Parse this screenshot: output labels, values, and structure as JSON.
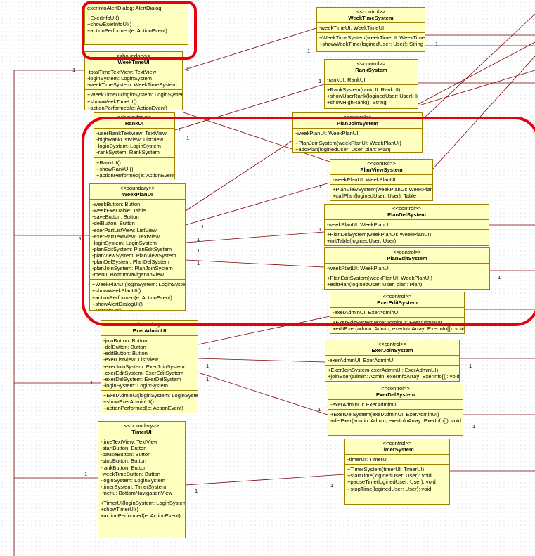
{
  "classes": [
    {
      "key": "alert",
      "stereotype": "",
      "name": "",
      "attributes": [
        "exerInfoAlertDialog: AlertDialog"
      ],
      "operations": [
        "+ExerInfoUI()",
        "+showExerInfoUI()",
        "+actionPerformed(e: ActionEvent)"
      ]
    },
    {
      "key": "weektimeui",
      "stereotype": "<<boundary>>",
      "name": "WeekTimeUI",
      "attributes": [
        "-totalTimeTextView: TextView",
        "-loginSystem: LoginSystem",
        "-weekTimeSystem: WeekTimeSystem"
      ],
      "operations": [
        "+WeekTimeUI(loginSystem: LoginSystem)",
        "+showWeekTimeUI()",
        "+actionPerformed(e: ActionEvent)"
      ]
    },
    {
      "key": "rankui",
      "stereotype": "<<boundary>>",
      "name": "RankUI",
      "attributes": [
        "-userRankTextView: TextView",
        "-highRankListView: ListView",
        "-loginSystem: LoginSystem",
        "-rankSystem: RankSystem"
      ],
      "operations": [
        "+RankUI()",
        "+showRankUI()",
        "+actionPerformed(e: ActionEvent)"
      ]
    },
    {
      "key": "weekplanui",
      "stereotype": "<<boundary>>",
      "name": "WeekPlanUI",
      "attributes": [
        "-weekButton: Button",
        "-weekExerTable: Table",
        "-saveButton: Button",
        "-delButton: Button",
        "-exerPartListView: ListView",
        "-exerPartTextView: TextView",
        "-loginSystem: LoginSystem",
        "-planEditSystem: PlanEditSystem",
        "-planViewSystem: PlanViewSystem",
        "-planDelSystem: PlanDelSystem",
        "-planJoinSystem: PlanJoinSystem",
        "-menu: BottomNavigationView"
      ],
      "operations": [
        "+WeekPlanUI(loginSystem: LoginSystem)",
        "+showWeekPlanUI()",
        "+actionPerformed(e: ActionEvent)",
        "+showAlertDialogUI()",
        "+refreshFg()"
      ]
    },
    {
      "key": "exeradminui",
      "stereotype": "<<boundary>>",
      "name": "ExerAdminUI",
      "attributes": [
        "-joinButton: Button",
        "-delButton: Button",
        "-editButton: Button",
        "-exerListView: ListView",
        "-exerJoinSystem: ExerJoinSystem",
        "-exerEditSystem: ExerEditSystem",
        "-exerDelSystem: ExerDelSystem",
        "-loginSystem: LoginSystem"
      ],
      "operations": [
        "+ExerAdminUI(loginSystem: LoginSystem)",
        "+showExerAdminUI()",
        "+actionPerformed(e: ActionEvent)"
      ]
    },
    {
      "key": "timerui",
      "stereotype": "<<boundary>>",
      "name": "TimerUI",
      "attributes": [
        "-timeTextView: TextView",
        "-startButton: Button",
        "-pauseButton: Button",
        "-stopButton: Button",
        "-rankButton: Button",
        "-weekTimeButton: Button",
        "-loginSystem: LoginSystem",
        "-timerSystem: TimerSystem",
        "-menu: BottomNavigationView"
      ],
      "operations": [
        "+TimerUI(loginSystem: LoginSystem)",
        "+showTimerUI()",
        "+actionPerformed(e: ActionEvent)"
      ]
    },
    {
      "key": "weektimesystem",
      "stereotype": "<<control>>",
      "name": "WeekTimeSystem",
      "attributes": [
        "-weekTimeUI: WeekTimeUI"
      ],
      "operations": [
        "+WeekTimeSystem(weekTimeUI: WeekTimeUI)",
        "+showWeekTime(loginedUser: User): String"
      ]
    },
    {
      "key": "ranksystem",
      "stereotype": "<<control>>",
      "name": "RankSystem",
      "attributes": [
        "-rankUI: RankUI"
      ],
      "operations": [
        "+RankSystem(rankUI: RankUI)",
        "+showUserRank(loginedUser: User): Int",
        "+showHighRank(): String"
      ]
    },
    {
      "key": "planjoinsystem",
      "stereotype": "<<control>>",
      "name": "PlanJoinSystem",
      "attributes": [
        "-weekPlanUI: WeekPlanUI"
      ],
      "operations": [
        "+PlanJoinSystem(weekPlanUI: WeekPlanUI)",
        "+addPlan(loginedUser: User, plan: Plan)"
      ]
    },
    {
      "key": "planviewsystem",
      "stereotype": "<<control>>",
      "name": "PlanViewSystem",
      "attributes": [
        "-weekPlanUI: WeekPlanUI"
      ],
      "operations": [
        "+PlanViewSystem(weekPlanUI: WeekPlanUI)",
        "+callPlan(loginedUser: User): Table"
      ]
    },
    {
      "key": "plandelsystem",
      "stereotype": "<<control>>",
      "name": "PlanDelSystem",
      "attributes": [
        "-weekPlanUI: WeekPlanUI"
      ],
      "operations": [
        "+PlanDelSystem(weekPlanUI: WeekPlanUI)",
        "+initTable(loginedUser: User)"
      ]
    },
    {
      "key": "planeditsystem",
      "stereotype": "<<control>>",
      "name": "PlanEditSystem",
      "attributes": [
        "-weekPlanUI: WeekPlanUI"
      ],
      "operations": [
        "+PlanEditSystem(weekPlanUI: WeekPlanUI)",
        "+editPlan(loginedUser: User, plan: Plan)"
      ]
    },
    {
      "key": "exereditsystem",
      "stereotype": "<<control>>",
      "name": "ExerEditSystem",
      "attributes": [
        "-exerAdminUI: ExerAdminUI"
      ],
      "operations": [
        "+ExerEditSystem(exerAdminUI: ExerAdminUI)",
        "+editExer(admin: Admin, exerInfoArray: ExerInfo[]): void"
      ]
    },
    {
      "key": "exerjoinsystem",
      "stereotype": "<<control>>",
      "name": "ExerJoinSystem",
      "attributes": [
        "-exerAdminUI: ExerAdminUI"
      ],
      "operations": [
        "+ExerJoinSystem(exerAdminUI: ExerAdminUI)",
        "+joinExer(admin: Admin, exerInfoArray: ExerInfo[]): void"
      ]
    },
    {
      "key": "exerdelsystem",
      "stereotype": "<<control>>",
      "name": "ExerDelSystem",
      "attributes": [
        "-exerAdminUI: ExerAdminUI"
      ],
      "operations": [
        "+ExerDelSystem(exerAdminUI: ExerAdminUI)",
        "+delExer(admin: Admin, exerInfoArray: ExerInfo[]): void"
      ]
    },
    {
      "key": "timersystem",
      "stereotype": "<<control>>",
      "name": "TimerSystem",
      "attributes": [
        "-timerUI: TimerUI"
      ],
      "operations": [
        "+TimerSystem(timerUI: TimerUI)",
        "+startTime(loginedUser: User): void",
        "+pauseTime(loginedUser: User): void",
        "+stopTime(loginedUser: User): void"
      ]
    }
  ],
  "multiplicities": [
    "1",
    "1",
    "1",
    "1",
    "1",
    "1",
    "1",
    "1",
    "1",
    "1",
    "1",
    "1",
    "1",
    "1",
    "1",
    "1",
    "1",
    "1",
    "1",
    "1",
    "1",
    "1",
    "1",
    "1",
    "1",
    "1",
    "1",
    "1"
  ],
  "colors": {
    "class_fill": "#ffffc0",
    "class_border": "#a08000",
    "link": "#800000",
    "highlight": "#e8000d"
  }
}
